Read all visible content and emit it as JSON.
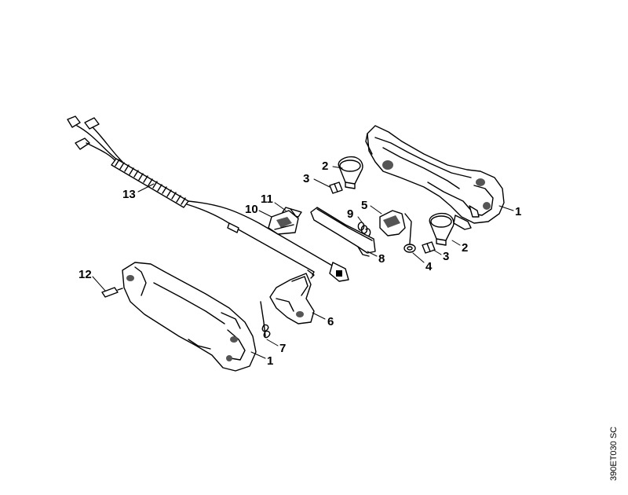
{
  "callouts": [
    {
      "key": "p1a",
      "label": "1"
    },
    {
      "key": "p1b",
      "label": "1"
    },
    {
      "key": "p2a",
      "label": "2"
    },
    {
      "key": "p2b",
      "label": "2"
    },
    {
      "key": "p3a",
      "label": "3"
    },
    {
      "key": "p3b",
      "label": "3"
    },
    {
      "key": "p4",
      "label": "4"
    },
    {
      "key": "p5",
      "label": "5"
    },
    {
      "key": "p6",
      "label": "6"
    },
    {
      "key": "p7",
      "label": "7"
    },
    {
      "key": "p8",
      "label": "8"
    },
    {
      "key": "p9",
      "label": "9"
    },
    {
      "key": "p10",
      "label": "10"
    },
    {
      "key": "p11",
      "label": "11"
    },
    {
      "key": "p12",
      "label": "12"
    },
    {
      "key": "p13",
      "label": "13"
    }
  ],
  "drawing_code": "390ET030 SC",
  "colors": {
    "ink": "#000000",
    "paper": "#ffffff",
    "shade": "#555555"
  }
}
